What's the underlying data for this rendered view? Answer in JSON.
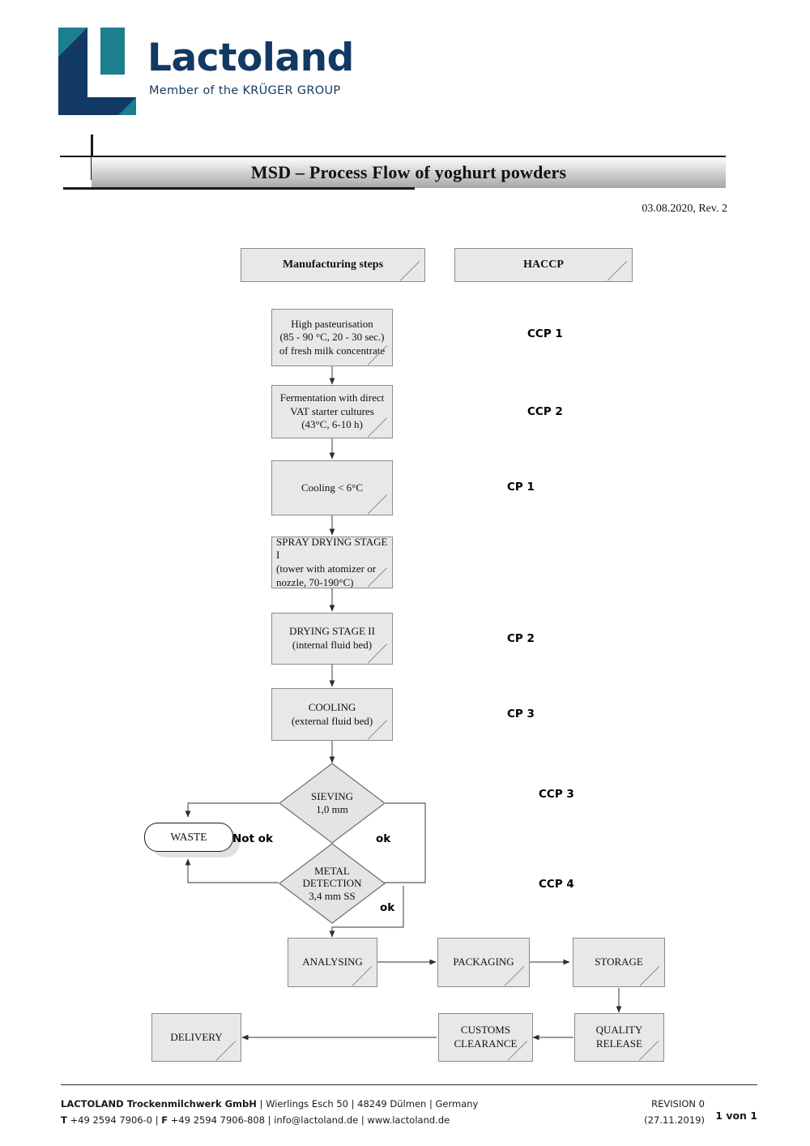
{
  "brand": {
    "wordmark": "Lactoland",
    "tagline": "Member of the KRÜGER GROUP",
    "navy": "#123963",
    "teal": "#1b7f8e"
  },
  "header": {
    "title": "MSD – Process Flow of yoghurt powders",
    "revision_line": "03.08.2020, Rev. 2"
  },
  "columns": {
    "steps_header": "Manufacturing steps",
    "haccp_header": "HACCP"
  },
  "flow": {
    "boxes": [
      {
        "id": "pasteurisation",
        "lines": [
          "High pasteurisation",
          "(85 - 90 °C, 20 - 30 sec.)",
          "of fresh milk concentrate"
        ]
      },
      {
        "id": "fermentation",
        "lines": [
          "Fermentation with direct",
          "VAT starter cultures",
          "(43°C, 6-10 h)"
        ]
      },
      {
        "id": "cooling1",
        "lines": [
          "Cooling < 6°C"
        ]
      },
      {
        "id": "spray-drying-1",
        "lines": [
          "SPRAY DRYING STAGE I",
          "(tower with atomizer or",
          "nozzle, 70-190°C)"
        ]
      },
      {
        "id": "drying-stage-2",
        "lines": [
          "DRYING STAGE II",
          "(internal fluid bed)"
        ]
      },
      {
        "id": "cooling2",
        "lines": [
          "COOLING",
          "(external fluid bed)"
        ]
      },
      {
        "id": "analysing",
        "lines": [
          "ANALYSING"
        ]
      },
      {
        "id": "packaging",
        "lines": [
          "PACKAGING"
        ]
      },
      {
        "id": "storage",
        "lines": [
          "STORAGE"
        ]
      },
      {
        "id": "quality-release",
        "lines": [
          "QUALITY",
          "RELEASE"
        ]
      },
      {
        "id": "customs",
        "lines": [
          "CUSTOMS",
          "CLEARANCE"
        ]
      },
      {
        "id": "delivery",
        "lines": [
          "DELIVERY"
        ]
      }
    ],
    "decisions": [
      {
        "id": "sieving",
        "lines": [
          "SIEVING",
          "1,0 mm"
        ]
      },
      {
        "id": "metal-detection",
        "lines": [
          "METAL",
          "DETECTION",
          "3,4 mm SS"
        ]
      }
    ],
    "waste": "WASTE",
    "edge_labels": {
      "not_ok": "Not ok",
      "ok_sieving": "ok",
      "ok_metal": "ok"
    }
  },
  "haccp_labels": [
    {
      "id": "ccp1",
      "text": "CCP 1"
    },
    {
      "id": "ccp2",
      "text": "CCP 2"
    },
    {
      "id": "cp1",
      "text": "CP 1"
    },
    {
      "id": "cp2",
      "text": "CP 2"
    },
    {
      "id": "cp3",
      "text": "CP 3"
    },
    {
      "id": "ccp3",
      "text": "CCP 3"
    },
    {
      "id": "ccp4",
      "text": "CCP 4"
    }
  ],
  "footer": {
    "company": "LACTOLAND Trockenmilchwerk GmbH",
    "address": " | Wierlings Esch 50 | 48249 Dülmen | Germany",
    "contact_prefix": "T",
    "contact": " +49 2594 7906-0 | ",
    "contact_f": "F",
    "contact_rest": " +49 2594 7906-808 | info@lactoland.de | www.lactoland.de",
    "revision": "REVISION 0",
    "revision_date": "(27.11.2019)",
    "page": "1 von 1"
  }
}
